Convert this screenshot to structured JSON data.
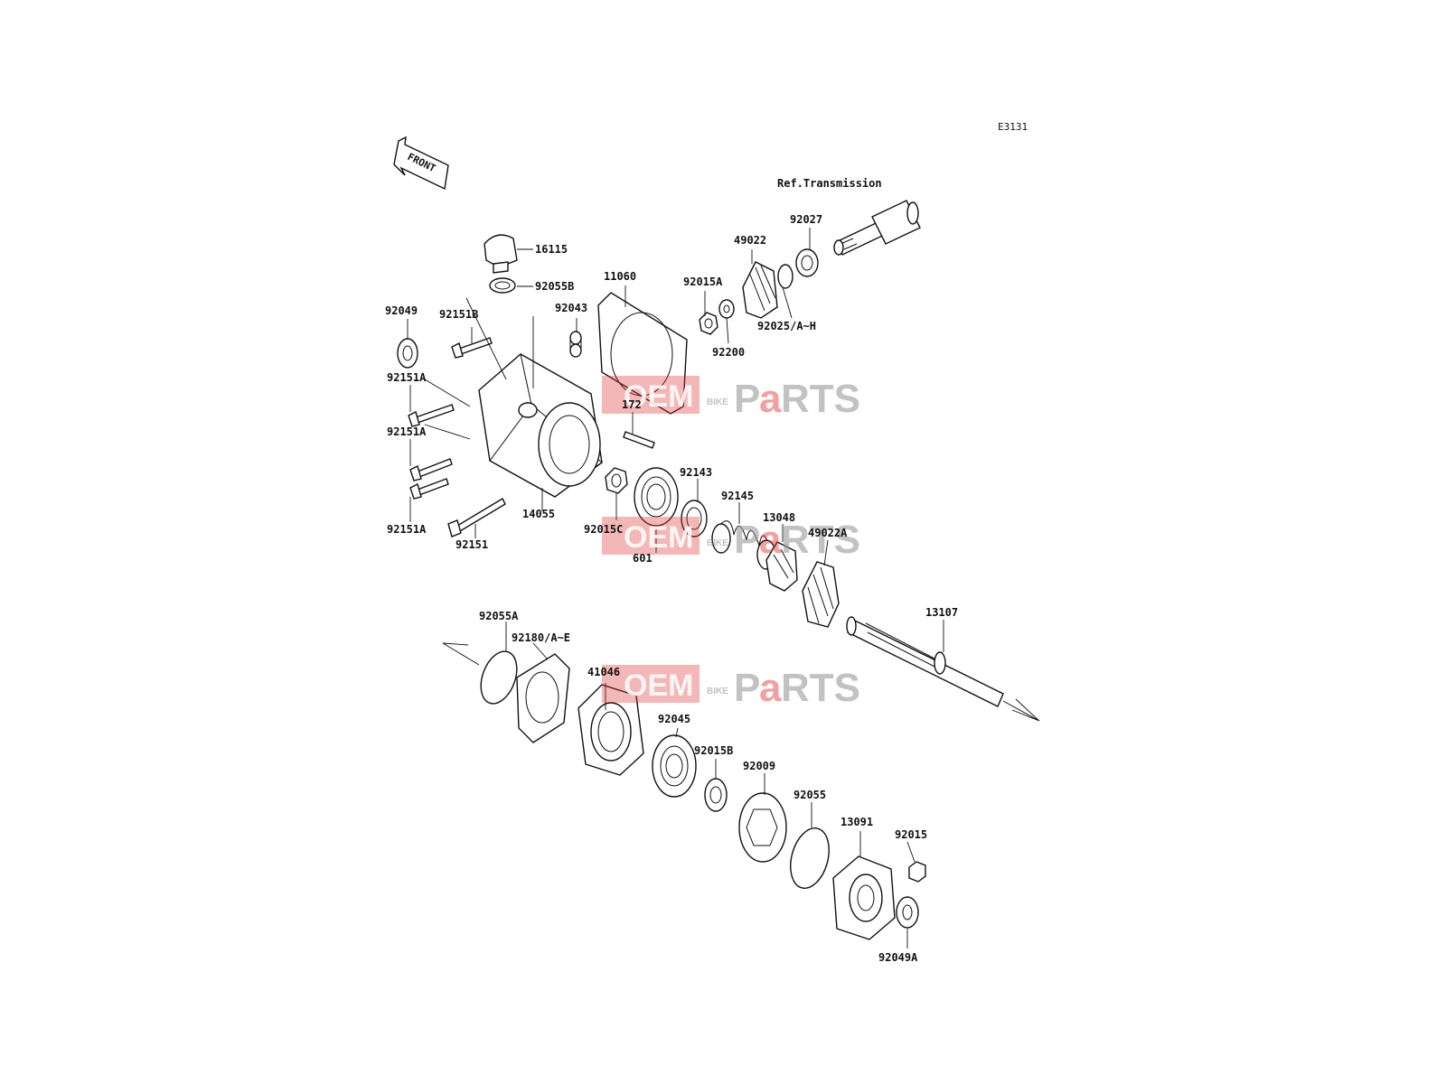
{
  "diagram_code": "E3131",
  "front_label": "FRONT",
  "ref_label": "Ref.Transmission",
  "watermark": {
    "oem": "OEM",
    "bike": "BIKE",
    "p": "P",
    "a": "a",
    "rts": "RTS",
    "red": "#e03030",
    "grey": "#9a9a9a"
  },
  "parts": {
    "p16115": "16115",
    "p92055B": "92055B",
    "p11060": "11060",
    "p92043": "92043",
    "p92015A": "92015A",
    "p49022": "49022",
    "p92027": "92027",
    "p92025": "92025/A~H",
    "p92200": "92200",
    "p92049": "92049",
    "p92151B": "92151B",
    "p92151A_1": "92151A",
    "p92151A_2": "92151A",
    "p92151A_3": "92151A",
    "p92151": "92151",
    "p14055": "14055",
    "p172": "172",
    "p92015C": "92015C",
    "p601": "601",
    "p92143": "92143",
    "p92145": "92145",
    "p13048": "13048",
    "p49022A": "49022A",
    "p13107": "13107",
    "p92055A": "92055A",
    "p92180": "92180/A~E",
    "p41046": "41046",
    "p92045": "92045",
    "p92015B": "92015B",
    "p92009": "92009",
    "p92055": "92055",
    "p13091": "13091",
    "p92015": "92015",
    "p92049A": "92049A"
  }
}
